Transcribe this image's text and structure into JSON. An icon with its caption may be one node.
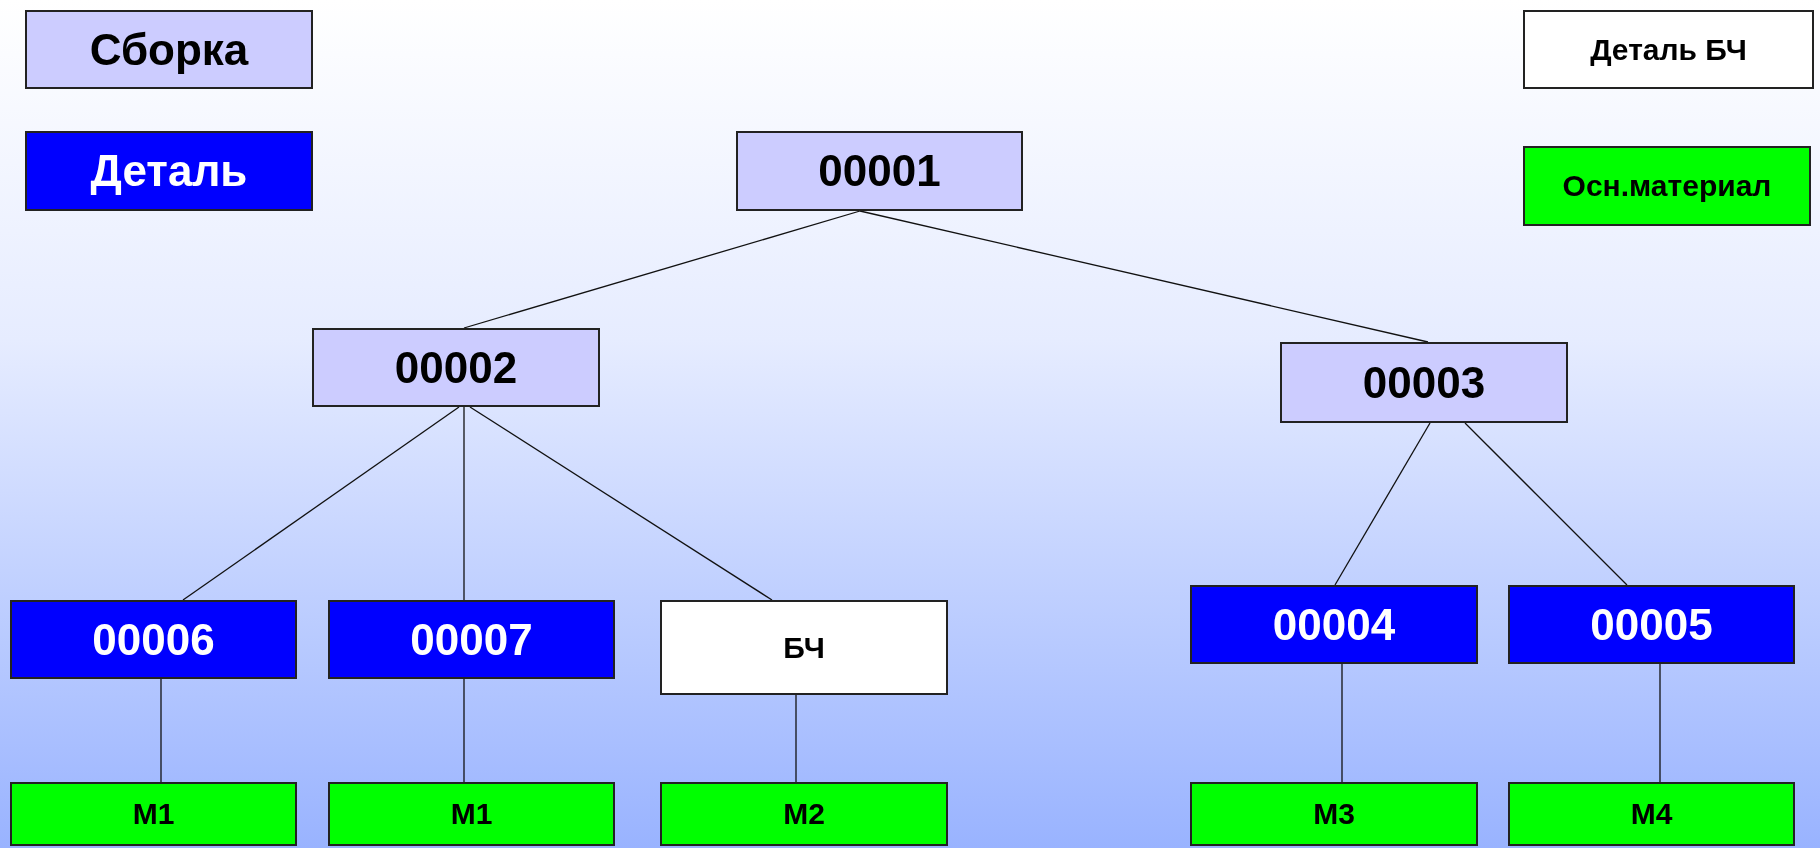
{
  "diagram": {
    "nodes": [
      {
        "text": [
          "00001"
        ]
      },
      {
        "text": [
          "00002"
        ]
      },
      {
        "text": [
          "00003"
        ]
      },
      {
        "text": [
          "00006"
        ]
      },
      {
        "text": [
          "00007"
        ]
      },
      {
        "text": [
          "БЧ"
        ]
      },
      {
        "text": [
          "00004"
        ]
      },
      {
        "text": [
          "00005"
        ]
      },
      {
        "text": [
          "М1"
        ]
      },
      {
        "text": [
          "М1"
        ]
      },
      {
        "text": [
          "М2"
        ]
      },
      {
        "text": [
          "М3"
        ]
      },
      {
        "text": [
          "М4"
        ]
      }
    ],
    "edges": [
      {
        "from": 0,
        "to": 1,
        "arrow": "none"
      },
      {
        "from": 0,
        "to": 2,
        "arrow": "none"
      },
      {
        "from": 1,
        "to": 3,
        "arrow": "none"
      },
      {
        "from": 1,
        "to": 4,
        "arrow": "none"
      },
      {
        "from": 1,
        "to": 5,
        "arrow": "none"
      },
      {
        "from": 2,
        "to": 6,
        "arrow": "none"
      },
      {
        "from": 2,
        "to": 7,
        "arrow": "none"
      },
      {
        "from": 3,
        "to": 8,
        "arrow": "none"
      },
      {
        "from": 4,
        "to": 9,
        "arrow": "none"
      },
      {
        "from": 5,
        "to": 10,
        "arrow": "none"
      },
      {
        "from": 6,
        "to": 11,
        "arrow": "none"
      },
      {
        "from": 7,
        "to": 12,
        "arrow": "none"
      }
    ],
    "legend": [
      {
        "text": "Сборка",
        "color": "#ccccff"
      },
      {
        "text": "Деталь",
        "color": "#0000ff"
      },
      {
        "text": "Деталь БЧ",
        "color": "#ffffff"
      },
      {
        "text": "Осн.материал",
        "color": "#00ff00"
      }
    ]
  }
}
